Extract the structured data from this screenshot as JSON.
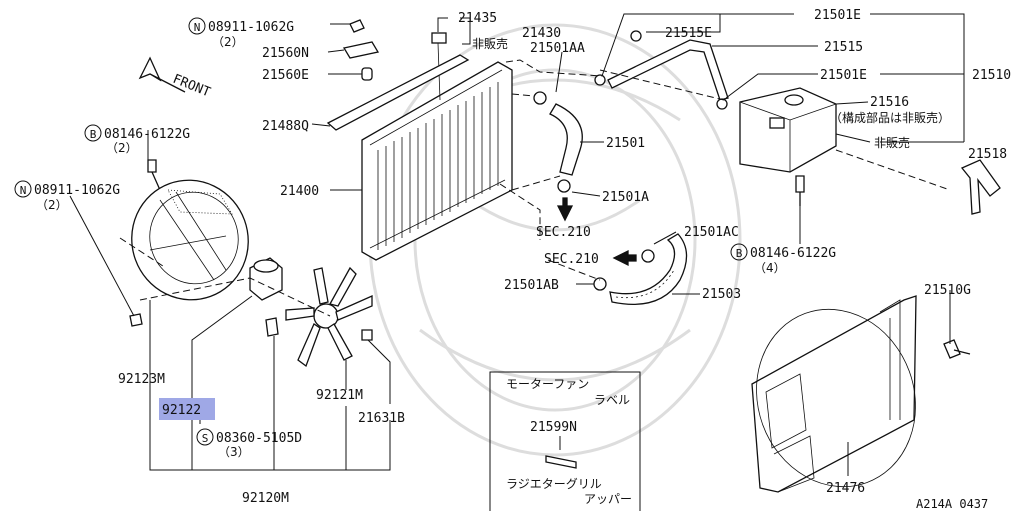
{
  "parts": {
    "p21435": "21435",
    "p21430": "21430",
    "hibanbai_1": "非販売",
    "p21501aa": "21501AA",
    "p21515e": "21515E",
    "p21501e_top": "21501E",
    "p21515": "21515",
    "p21501e_mid": "21501E",
    "p21510": "21510",
    "p21516": "21516",
    "p21516_note": "（構成部品は非販売）",
    "hibanbai_2": "非販売",
    "p21518": "21518",
    "n08911_top": "08911-1062G",
    "n08911_top_qty": "（2）",
    "p21560n": "21560N",
    "p21560e": "21560E",
    "front": "FRONT",
    "p21488q": "21488Q",
    "b08146_left": "08146-6122G",
    "b08146_left_qty": "（2）",
    "p21501": "21501",
    "p21400": "21400",
    "n08911_left": "08911-1062G",
    "n08911_left_qty": "（2）",
    "p21501a": "21501A",
    "sec210_a": "SEC.210",
    "p21501ac": "21501AC",
    "sec210_b": "SEC.210",
    "b08146_right": "08146-6122G",
    "b08146_right_qty": "（4）",
    "p21501ab": "21501AB",
    "p21503": "21503",
    "p21510g": "21510G",
    "p92123m": "92123M",
    "p92121m": "92121M",
    "p92122": "92122",
    "p21631b": "21631B",
    "s08360": "08360-5105D",
    "s08360_qty": "（3）",
    "p92120m": "92120M",
    "p21476": "21476",
    "label_box_title1": "モーターファン",
    "label_box_title2": "ラベル",
    "p21599n": "21599N",
    "grille_label1": "ラジエターグリル",
    "grille_label2": "アッパー",
    "fig_code": "A214A 0437"
  },
  "symbols": {
    "N": "N",
    "B": "B",
    "S": "S"
  },
  "highlight_color": "#9fa8e6"
}
